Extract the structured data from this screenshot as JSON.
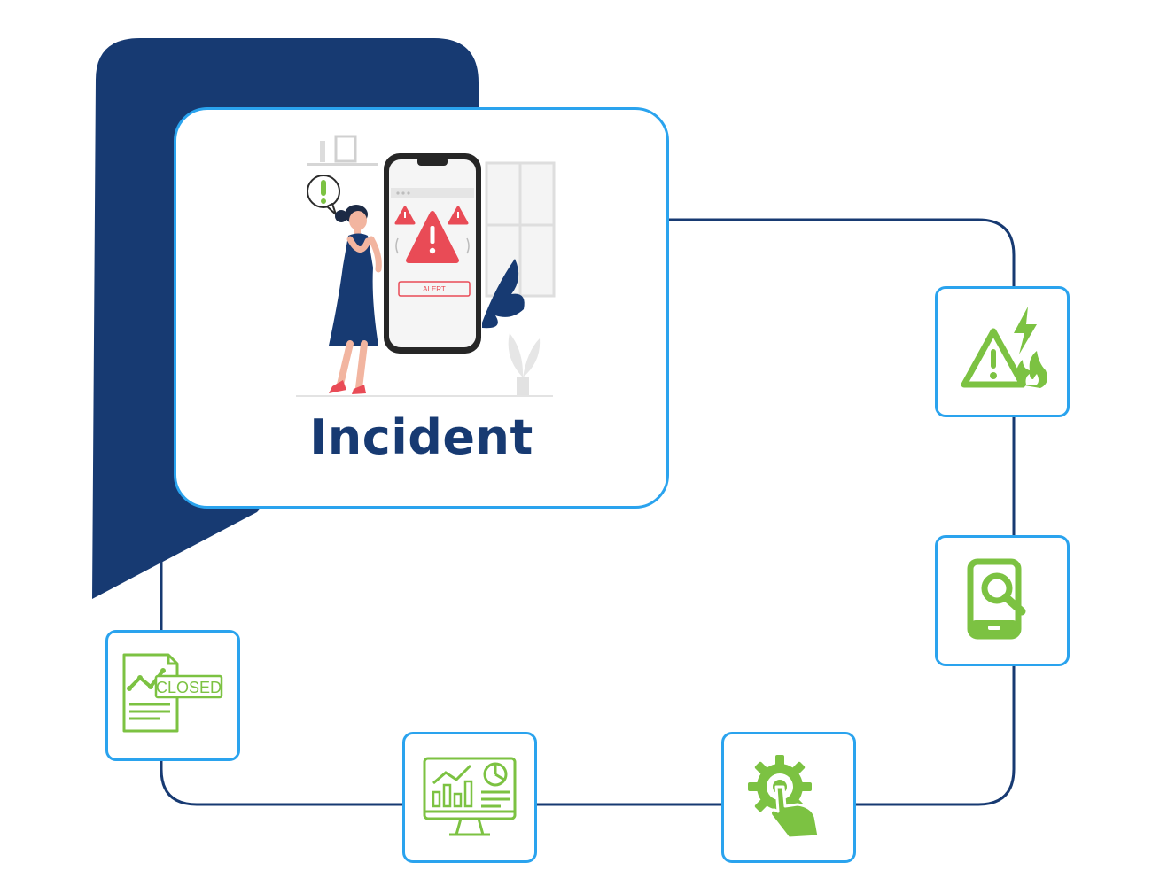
{
  "diagram": {
    "title": "Incident",
    "illustration": {
      "phone_button_label": "ALERT"
    },
    "steps": [
      {
        "icon": "hazard-warning-icon"
      },
      {
        "icon": "mobile-search-icon"
      },
      {
        "icon": "gear-touch-icon"
      },
      {
        "icon": "analytics-dashboard-icon"
      },
      {
        "icon": "closed-report-icon",
        "label": "CLOSED"
      }
    ]
  },
  "colors": {
    "navy": "#173a72",
    "border_blue": "#2aa3ee",
    "icon_green": "#7cc242",
    "alert_red": "#e94b56"
  }
}
